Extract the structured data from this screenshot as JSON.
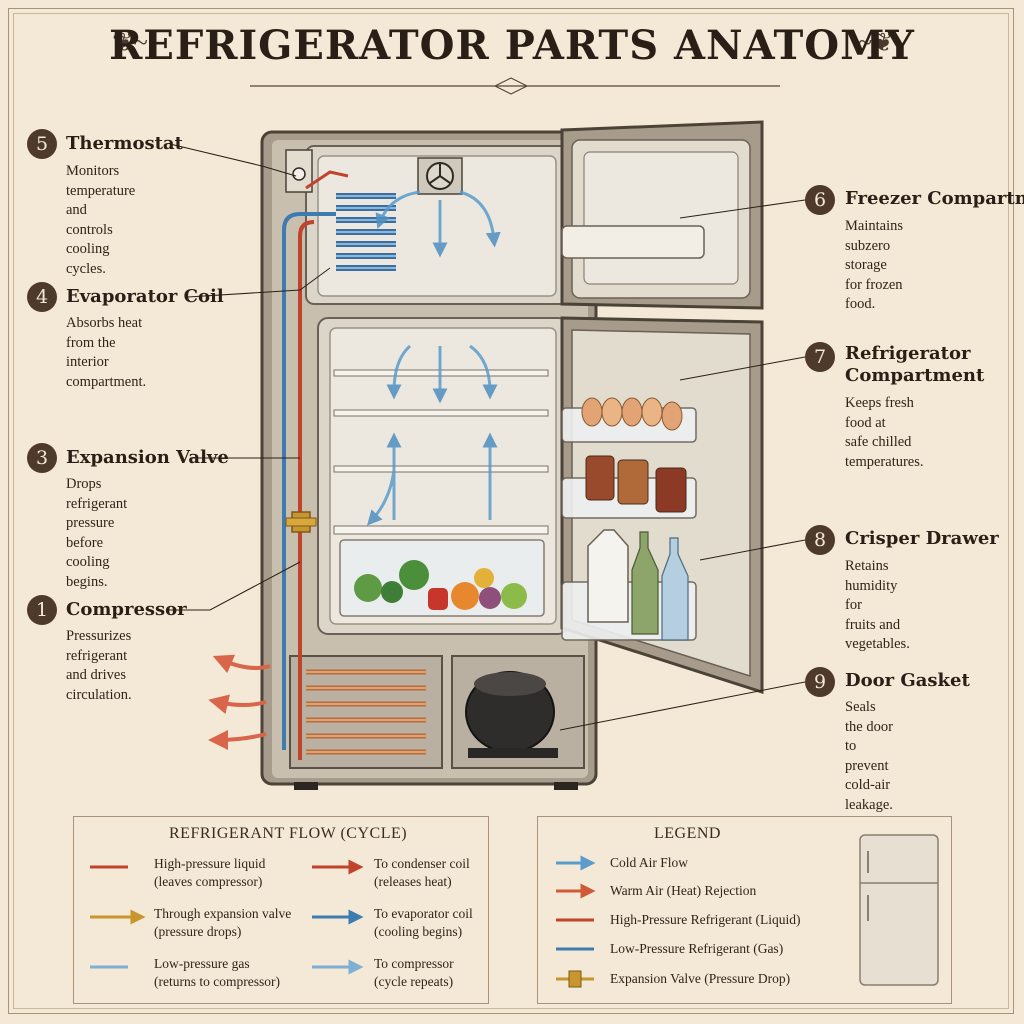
{
  "title": "REFRIGERATOR PARTS ANATOMY",
  "callouts": [
    {
      "num": "5",
      "title": "Thermostat",
      "desc": [
        "Monitors temperature",
        "and controls cooling",
        "cycles."
      ]
    },
    {
      "num": "4",
      "title": "Evaporator Coil",
      "desc": [
        "Absorbs heat from the",
        "interior compartment."
      ]
    },
    {
      "num": "3",
      "title": "Expansion Valve",
      "desc": [
        "Drops refrigerant",
        "pressure before",
        "cooling begins."
      ]
    },
    {
      "num": "1",
      "title": "Compressor",
      "desc": [
        "Pressurizes refrigerant",
        "and drives circulation."
      ]
    },
    {
      "num": "6",
      "title": "Freezer Compartment",
      "desc": [
        "Maintains subzero",
        "storage for frozen food."
      ]
    },
    {
      "num": "7",
      "title": [
        "Refrigerator",
        "Compartment"
      ],
      "desc": [
        "Keeps fresh food at",
        "safe chilled",
        "temperatures."
      ]
    },
    {
      "num": "8",
      "title": "Crisper Drawer",
      "desc": [
        "Retains humidity for",
        "fruits and vegetables."
      ]
    },
    {
      "num": "9",
      "title": "Door Gasket",
      "desc": [
        "Seals the door to",
        "prevent cold-air",
        "leakage."
      ]
    }
  ],
  "flow": {
    "title": "REFRIGERANT FLOW (CYCLE)",
    "items": [
      {
        "text": [
          "High-pressure liquid",
          "(leaves compressor)"
        ],
        "color": "#c0432b"
      },
      {
        "text": [
          "To condenser coil",
          "(releases heat)"
        ],
        "color": "#c0432b"
      },
      {
        "text": [
          "Through expansion valve",
          "(pressure drops)"
        ],
        "color": "#c9952f"
      },
      {
        "text": [
          "To evaporator coil",
          "(cooling begins)"
        ],
        "color": "#3d7bb0"
      },
      {
        "text": [
          "Low-pressure gas",
          "(returns to compressor)"
        ],
        "color": "#7fb0d4"
      },
      {
        "text": [
          "To compressor",
          "(cycle repeats)"
        ],
        "color": "#7fb0d4"
      }
    ]
  },
  "legend": {
    "title": "LEGEND",
    "items": [
      {
        "text": "Cold Air Flow",
        "color": "#5a9ccc",
        "icon": "cold-air-arrow-icon"
      },
      {
        "text": "Warm Air (Heat) Rejection",
        "color": "#cf5a3a",
        "icon": "warm-air-arrow-icon"
      },
      {
        "text": "High-Pressure Refrigerant (Liquid)",
        "color": "#c0432b",
        "icon": "high-pressure-line-icon"
      },
      {
        "text": "Low-Pressure Refrigerant (Gas)",
        "color": "#3d7bb0",
        "icon": "low-pressure-line-icon"
      },
      {
        "text": "Expansion Valve (Pressure Drop)",
        "color": "#c9952f",
        "icon": "expansion-valve-icon"
      }
    ]
  }
}
